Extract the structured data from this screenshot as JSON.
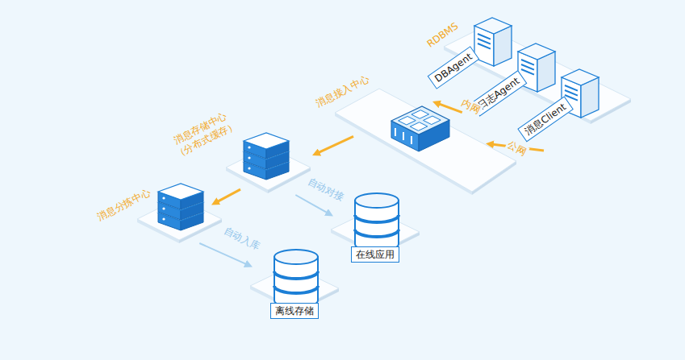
{
  "diagram": {
    "nodes": [
      {
        "text": [
          "RDBMS"
        ]
      },
      {
        "text": [
          "DBAgent"
        ],
        "in": 0
      },
      {
        "text": [
          "日志Agent"
        ],
        "in": 0
      },
      {
        "text": [
          "消息Client"
        ],
        "in": 0
      },
      {
        "text": [
          "消息接入中心"
        ]
      },
      {
        "text": [
          "消息存储中心 （分布式缓存）"
        ]
      },
      {
        "text": [
          "消息分拣中心"
        ]
      },
      {
        "text": [
          "在线应用"
        ]
      },
      {
        "text": [
          "离线存储"
        ]
      }
    ],
    "edges": [
      {
        "from": 1,
        "to": 4,
        "arrow": "to",
        "label": "内网"
      },
      {
        "from": 3,
        "to": 4,
        "arrow": "to",
        "label": "公网"
      },
      {
        "from": 4,
        "to": 5,
        "arrow": "to"
      },
      {
        "from": 5,
        "to": 6,
        "arrow": "to"
      },
      {
        "from": 5,
        "to": 7,
        "arrow": "to",
        "label": "自动对接"
      },
      {
        "from": 6,
        "to": 8,
        "arrow": "to",
        "label": "自动入库"
      }
    ]
  }
}
